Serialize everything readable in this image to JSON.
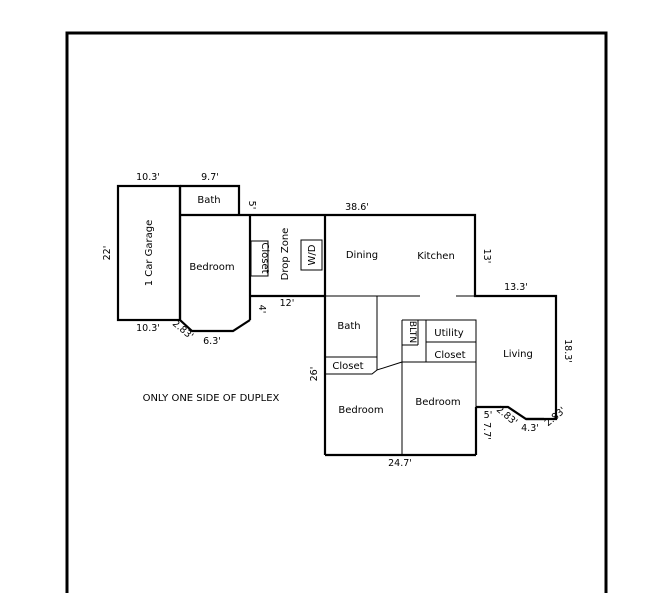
{
  "rooms": {
    "garage": "1 Car Garage",
    "bath_top": "Bath",
    "bedroom_left": "Bedroom",
    "closet_left": "Closet",
    "drop_zone": "Drop Zone",
    "wd": "W/D",
    "dining": "Dining",
    "kitchen": "Kitchen",
    "bath_mid": "Bath",
    "bltn": "BLTN",
    "utility": "Utility",
    "closet_right": "Closet",
    "living": "Living",
    "closet_mid": "Closet",
    "bedroom_bottom_left": "Bedroom",
    "bedroom_bottom_right": "Bedroom"
  },
  "dimensions": {
    "garage_width_top": "10.3'",
    "bath_width_top": "9.7'",
    "garage_depth": "22'",
    "step_5a": "5'",
    "main_width": "38.6'",
    "kitchen_depth": "13'",
    "living_width": "13.3'",
    "living_depth": "18.3'",
    "garage_width_bottom": "10.3'",
    "bay_left_a": "2.83'",
    "bay_left_b": "6.3'",
    "notch_4": "4'",
    "hall_12": "12'",
    "wing_depth": "26'",
    "step_5b": "5'",
    "bay_right_a": "2.83'",
    "bay_right_b": "4.3'",
    "bay_right_c": "2.83'",
    "step_77": "7.7'",
    "bottom_width": "24.7'"
  },
  "note": "ONLY ONE SIDE OF DUPLEX"
}
